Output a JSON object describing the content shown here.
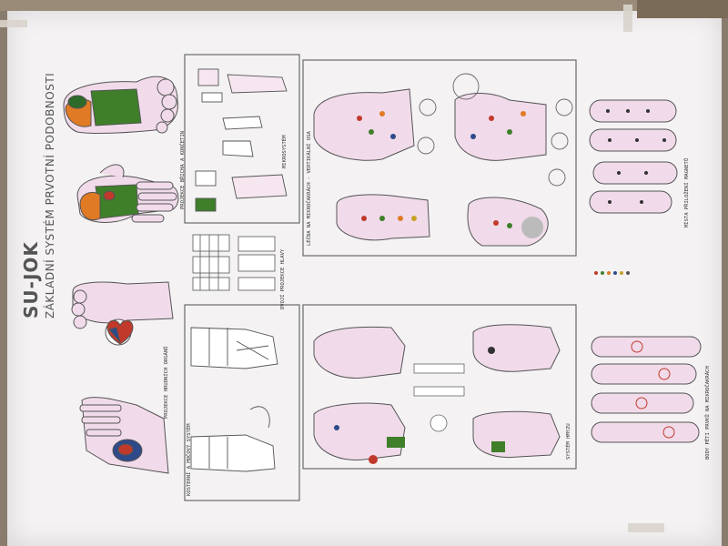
{
  "poster": {
    "title": "SU-JOK",
    "subtitle": "ZÁKLADNÍ SYSTÉM PRVOTNÍ PODOBNOSTI",
    "labels": {
      "abdominal_projection": "PROJEKCE BŘICHA A KONČETIN",
      "micro_system": "MIKROSYSTÉM",
      "double_head": "DVOJÍ PROJEKCE HLAVY",
      "skeleton": "KOSTERNÍ A MOČOVÝ SYSTÉM",
      "insect_system": "SYSTÉM HMYZU",
      "chest_organs": "PROJEKCE HRUDNÍCH ORGÁNŮ",
      "micro_vertical": "LÉČBA NA MIKROČAKRÁCH - VERTIKÁLNÍ OSA",
      "magnet_places": "MÍSTA PŘILOŽENÍ MAGNETŮ",
      "five_elements": "BODY PĚTI PRVKŮ NA MIKROČAKRÁCH"
    }
  },
  "colors": {
    "background": "#8a7c6c",
    "paper": "#f4f2f3",
    "skin": "#f1dbea",
    "outline": "#4a4a4a",
    "green": "#3f7f2a",
    "orange": "#e07a24",
    "red": "#c0392b",
    "blue": "#2e4a8a"
  }
}
